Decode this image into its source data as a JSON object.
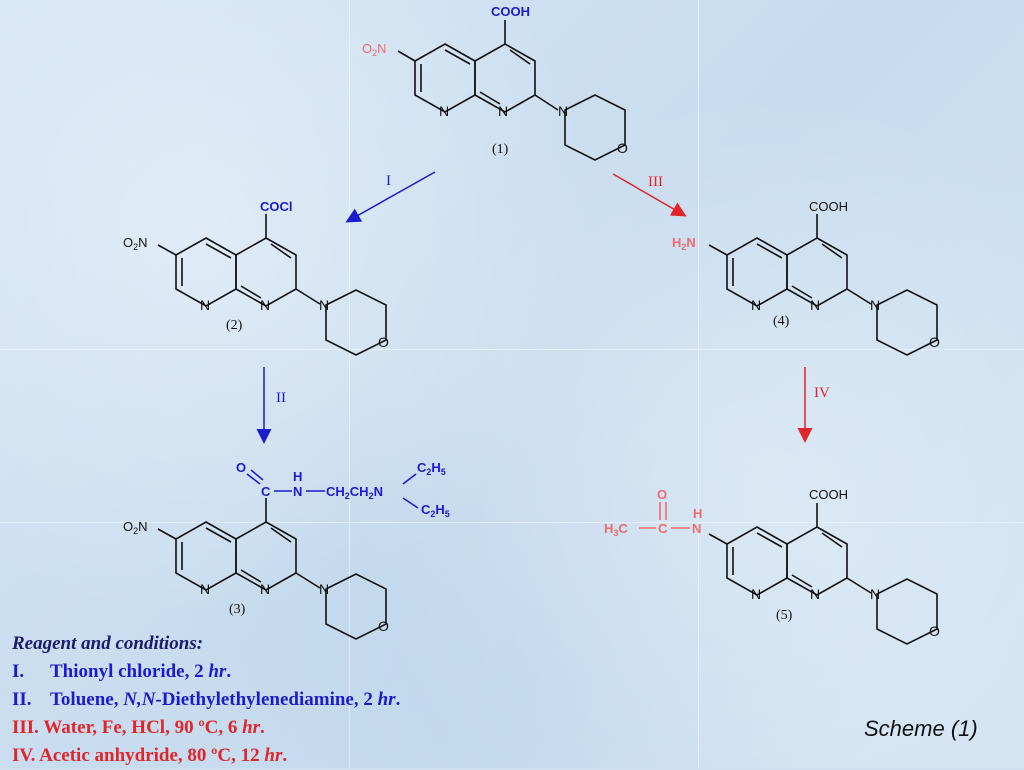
{
  "caption": "Scheme (1)",
  "compounds": {
    "c1": {
      "label": "(1)",
      "acid": "COOH",
      "nitro": "O",
      "nitro_sub": "2",
      "nitro_n": "N"
    },
    "c2": {
      "label": "(2)",
      "acyl": "COCl",
      "nitro": "O",
      "nitro_sub": "2",
      "nitro_n": "N"
    },
    "c3": {
      "label": "(3)",
      "nitro": "O",
      "nitro_sub": "2",
      "nitro_n": "N",
      "amide_o": "O",
      "amide_c": "C",
      "amide_h": "H",
      "amide_n": "N",
      "linker": "CH",
      "linker_sub": "2",
      "linker2": "CH",
      "linker2_sub": "2",
      "tert_n": "N",
      "ethyl": "C",
      "ethyl_sub": "2",
      "ethyl_h": "H",
      "ethyl_h_sub": "5"
    },
    "c4": {
      "label": "(4)",
      "acid": "COOH",
      "amine": "H",
      "amine_sub": "2",
      "amine_n": "N"
    },
    "c5": {
      "label": "(5)",
      "acid": "COOH",
      "acetyl_o": "O",
      "acetyl_h": "H",
      "acetyl_ch3": "H",
      "acetyl_ch3_sub": "3",
      "acetyl_ch3_c": "C",
      "acetyl_c": "C",
      "acetyl_n": "N"
    }
  },
  "ring_atoms": {
    "n1": "N",
    "n8": "N",
    "morph_n": "N",
    "morph_o": "O"
  },
  "arrows": [
    {
      "step": "I",
      "color": "#1c1ccc"
    },
    {
      "step": "II",
      "color": "#1c1ccc"
    },
    {
      "step": "III",
      "color": "#e0262a"
    },
    {
      "step": "IV",
      "color": "#e0262a"
    }
  ],
  "conditions": {
    "heading": "Reagent and conditions:",
    "steps": [
      {
        "num": "I.",
        "text": "Thionyl chloride, 2 ",
        "unit": "hr",
        "end": ".",
        "color": "#1c1ccc"
      },
      {
        "num": "II.",
        "pre_italic": "N,N",
        "text": "-Diethylethylenediamine, 2 ",
        "pre": "Toluene, ",
        "unit": "hr",
        "end": ".",
        "color": "#1c1ccc"
      },
      {
        "num": "III.",
        "text": "Water, Fe, HCl, 90 ºC, 6 ",
        "unit": "hr",
        "end": ".",
        "color": "#e0262a"
      },
      {
        "num": "IV.",
        "text": "Acetic anhydride, 80 ºC, 12 ",
        "unit": "hr",
        "end": ".",
        "color": "#e0262a"
      }
    ]
  },
  "colors": {
    "bond": "#111111",
    "blue": "#1c1ccc",
    "red": "#e0262a",
    "pink": "#f06b6b"
  }
}
